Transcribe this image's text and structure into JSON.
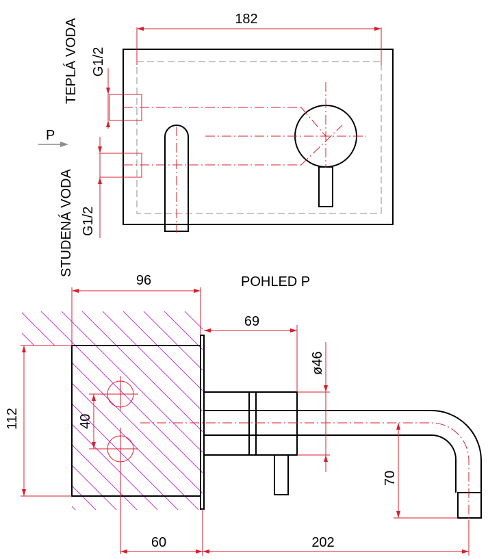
{
  "colors": {
    "dimension": "#d81e2c",
    "hatch": "#c23bd6",
    "outline": "#000000",
    "hidden": "#8c8c8c",
    "background": "#ffffff"
  },
  "top_view": {
    "width_dim": "182",
    "hot_label": "TEPLÁ VODA",
    "hot_thread": "G1/2",
    "cold_label": "STUDENÁ VODA",
    "cold_thread": "G1/2",
    "view_arrow": "P"
  },
  "side_view": {
    "title": "POHLED P",
    "dim_96": "96",
    "dim_69": "69",
    "dim_phi46": "ø46",
    "dim_112": "112",
    "dim_40": "40",
    "dim_70": "70",
    "dim_60": "60",
    "dim_202": "202"
  }
}
